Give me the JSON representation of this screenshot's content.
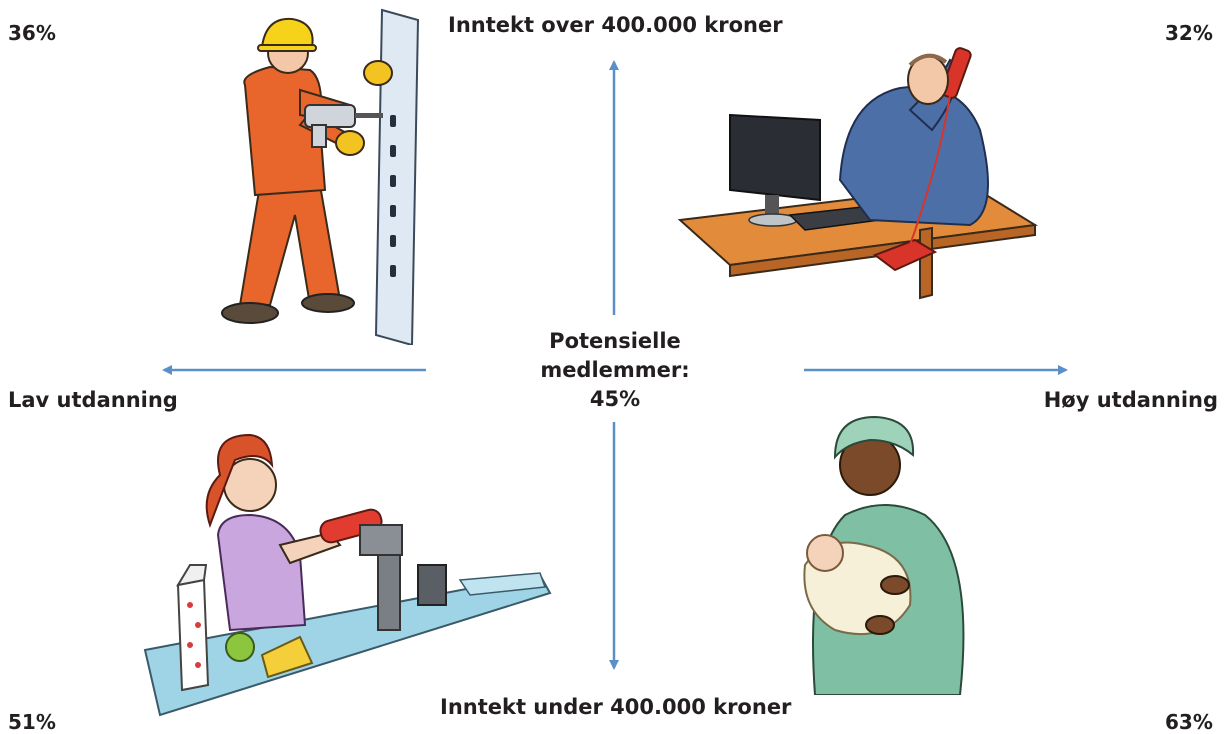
{
  "axes": {
    "top": "Inntekt over 400.000 kroner",
    "bottom": "Inntekt under 400.000 kroner",
    "left": "Lav utdanning",
    "right": "Høy utdanning"
  },
  "center": {
    "line1": "Potensielle",
    "line2": "medlemmer:",
    "line3": "45%"
  },
  "quadrants": {
    "top_left": {
      "percent": "36%",
      "illustration": "construction-worker-drilling"
    },
    "top_right": {
      "percent": "32%",
      "illustration": "office-worker-on-phone"
    },
    "bottom_left": {
      "percent": "51%",
      "illustration": "cashier-scanning-groceries"
    },
    "bottom_right": {
      "percent": "63%",
      "illustration": "nurse-holding-baby"
    }
  },
  "colors": {
    "arrow": "#5b8fc7",
    "text": "#231f20"
  }
}
